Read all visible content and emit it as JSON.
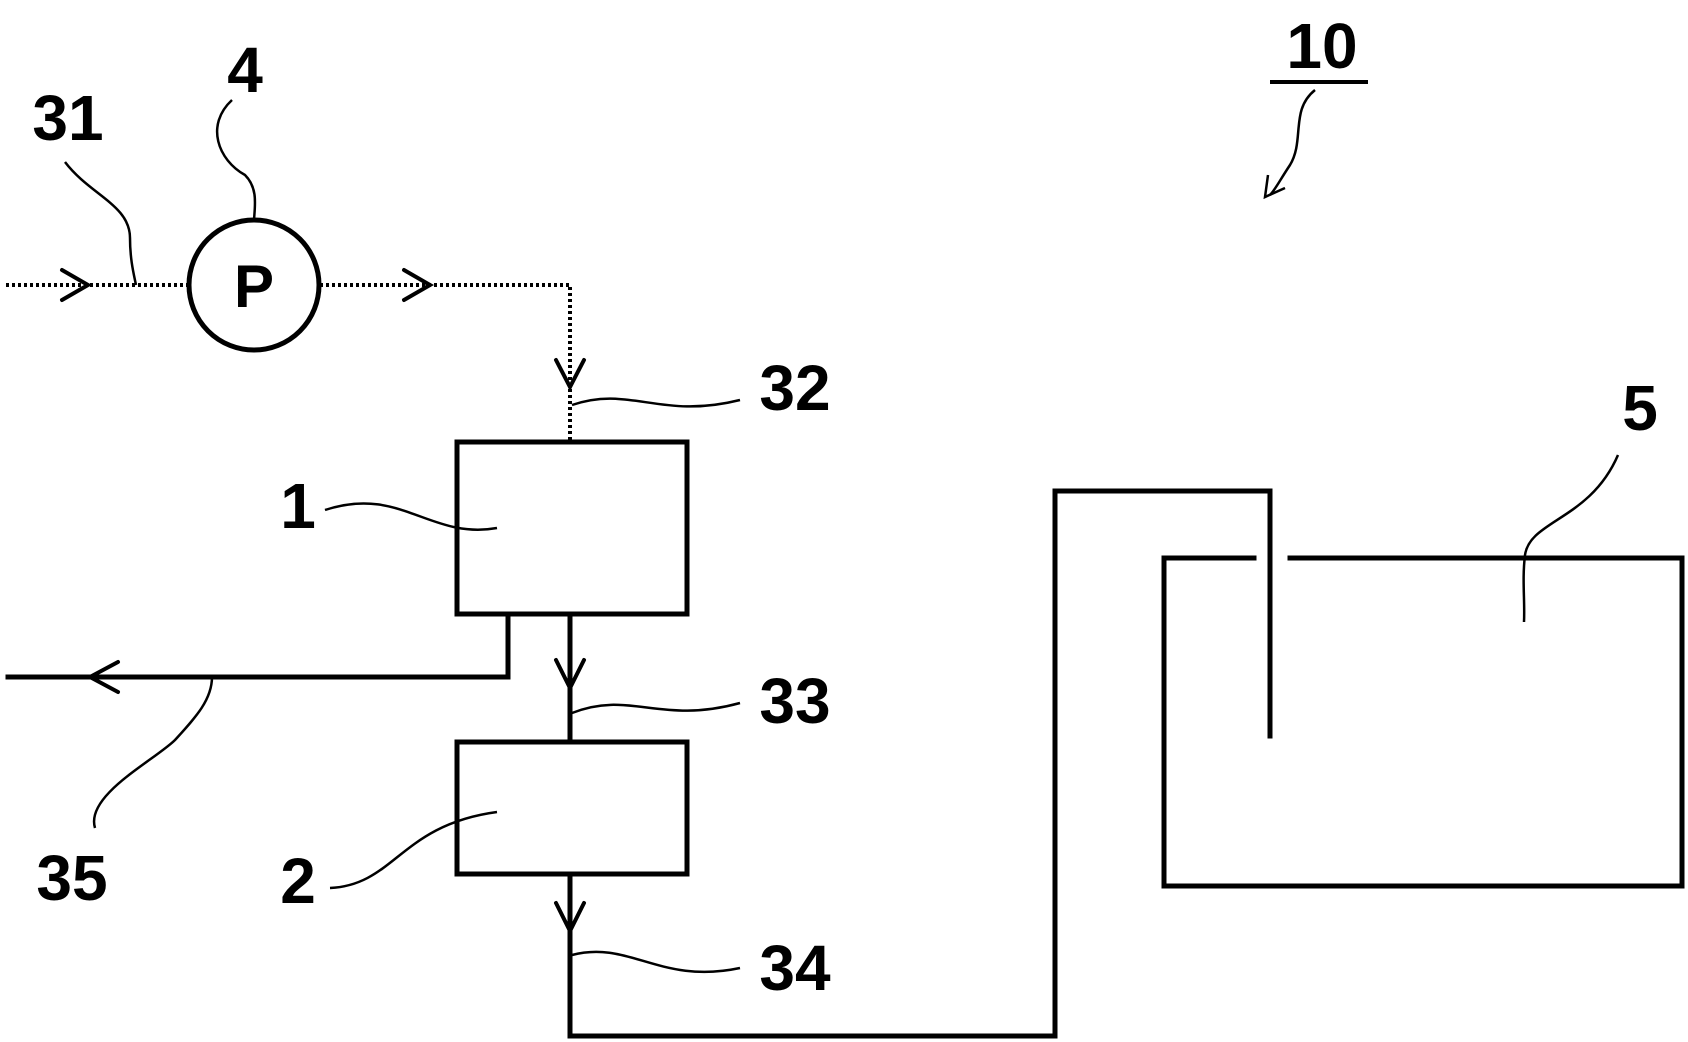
{
  "figure": {
    "labels": {
      "system": "10",
      "pump_ref": "4",
      "pump_symbol": "P",
      "feed_line": "31",
      "line_pump_to_unit1": "32",
      "line_unit1_to_unit2": "33",
      "line_unit2_to_tank": "34",
      "discharge_line": "35",
      "unit1": "1",
      "unit2": "2",
      "tank": "5"
    }
  }
}
